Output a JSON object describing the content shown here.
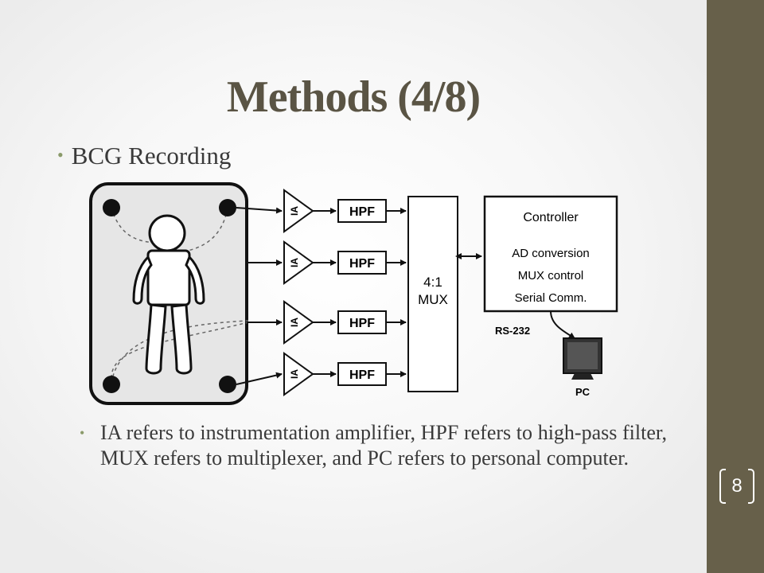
{
  "slide": {
    "title": "Methods (4/8)",
    "page_number": "8",
    "bullet_main": "BCG Recording",
    "bullet_sub": "IA refers to instrumentation amplifier, HPF refers to high-pass filter, MUX refers to multiplexer, and PC refers to personal computer.",
    "bullet_glyph": "•"
  },
  "diagram": {
    "amp_label": "IA",
    "filter_label": "HPF",
    "mux_label_line1": "4:1",
    "mux_label_line2": "MUX",
    "controller_title": "Controller",
    "controller_lines": [
      "AD conversion",
      "MUX control",
      "Serial Comm."
    ],
    "link_label": "RS-232",
    "pc_label": "PC"
  },
  "colors": {
    "sidebar": "#67604a",
    "title": "#5a5444",
    "bullet": "#8a9a6a"
  }
}
